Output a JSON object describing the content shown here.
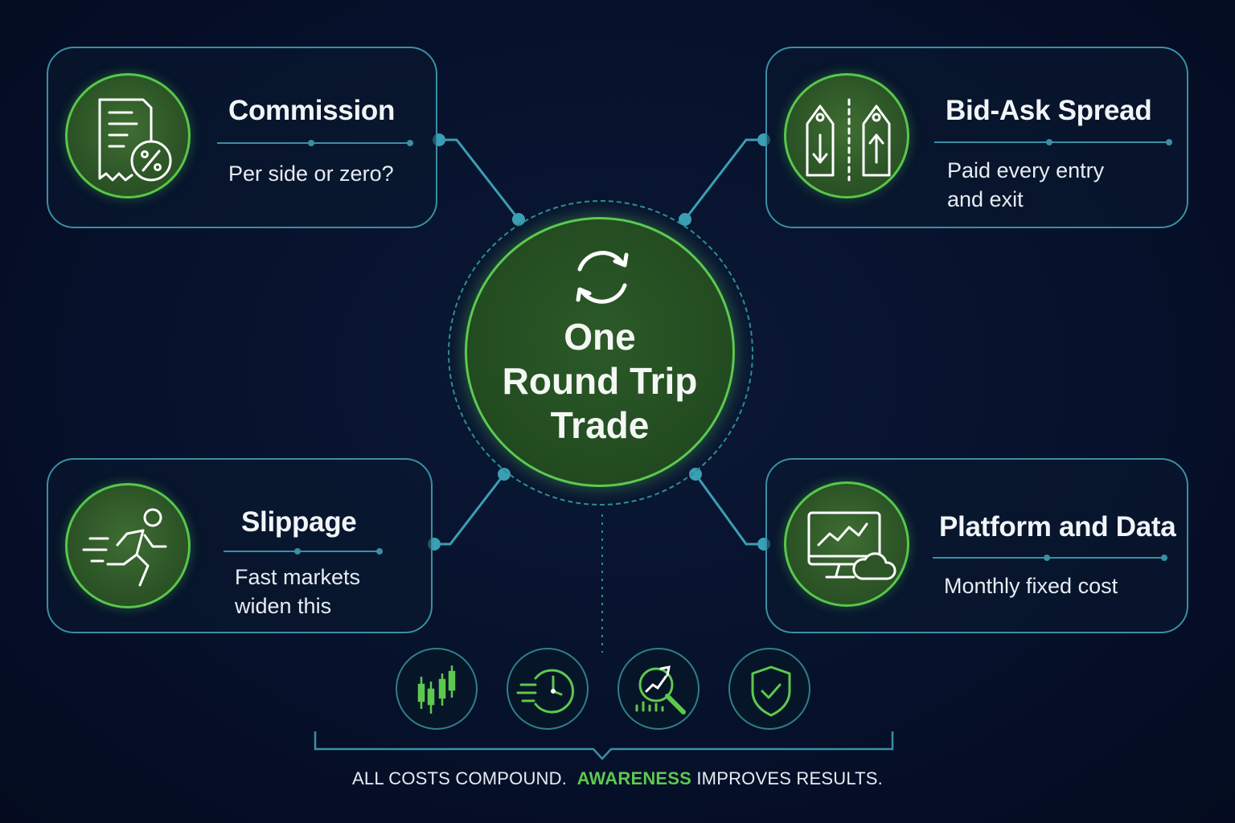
{
  "center": {
    "title_lines": [
      "One",
      "Round Trip",
      "Trade"
    ],
    "icon": "refresh-cycle-icon"
  },
  "cards": {
    "commission": {
      "title": "Commission",
      "desc_lines": [
        "Per side or zero?"
      ],
      "icon": "receipt-percent-icon"
    },
    "spread": {
      "title": "Bid-Ask Spread",
      "desc_lines": [
        "Paid every entry",
        "and exit"
      ],
      "icon": "price-tags-up-down-icon"
    },
    "slippage": {
      "title": "Slippage",
      "desc_lines": [
        "Fast markets",
        "widen this"
      ],
      "icon": "running-person-icon"
    },
    "platform": {
      "title": "Platform and Data",
      "desc_lines": [
        "Monthly fixed cost"
      ],
      "icon": "monitor-cloud-chart-icon"
    }
  },
  "bottom_icons": [
    "candlestick-chart-icon",
    "fast-clock-icon",
    "magnifier-analysis-icon",
    "shield-check-icon"
  ],
  "footer": {
    "part1": "ALL COSTS COMPOUND.",
    "highlight": "AWARENESS",
    "part2": "IMPROVES RESULTS."
  },
  "colors": {
    "background": "#06102a",
    "accent_green": "#5cc94f",
    "teal_line": "#3a8fa4",
    "text": "#e8eef6"
  }
}
